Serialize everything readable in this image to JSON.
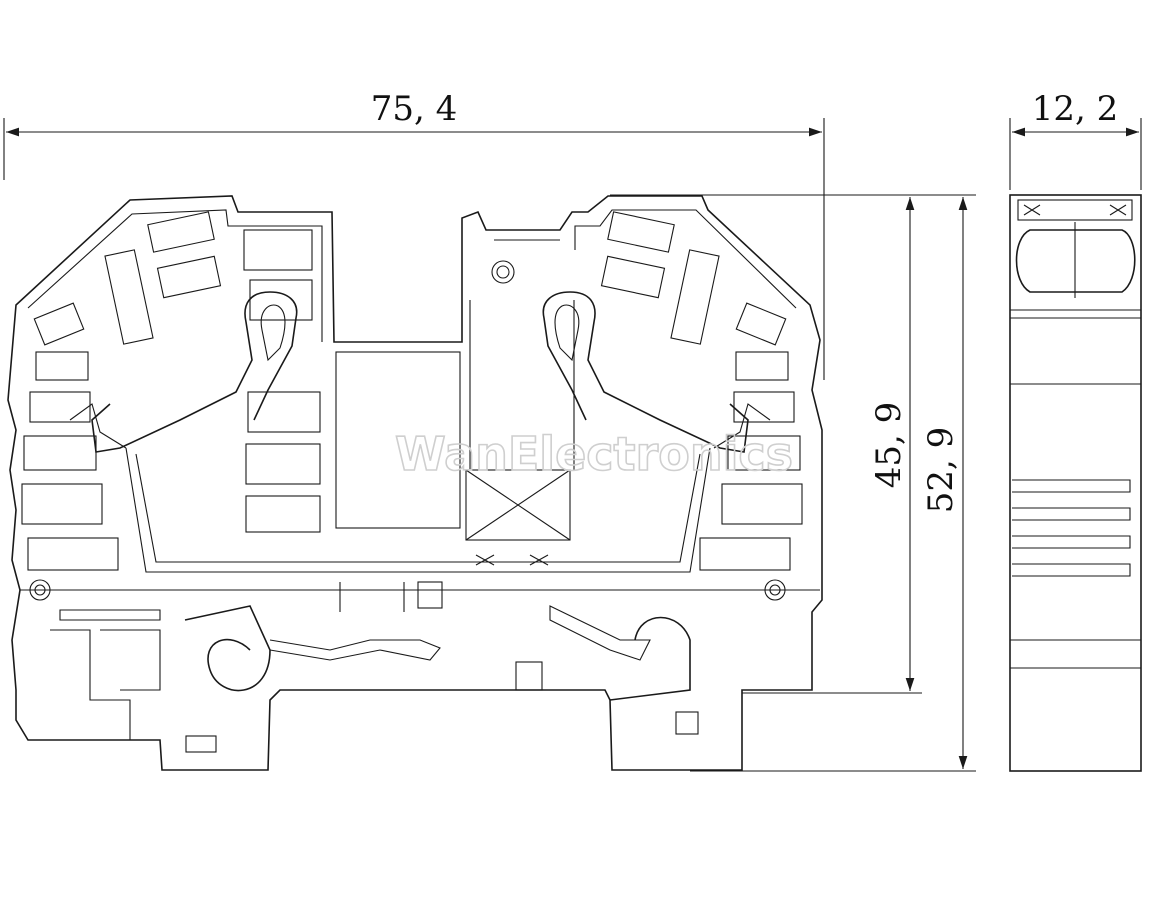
{
  "dimensions": {
    "overall_width": "75, 4",
    "side_width": "12, 2",
    "height_to_rail": "45, 9",
    "total_height": "52, 9"
  },
  "watermark": "WanElectronics",
  "colors": {
    "line": "#1a1a1a",
    "background": "#ffffff",
    "watermark": "#cfcfcf"
  }
}
